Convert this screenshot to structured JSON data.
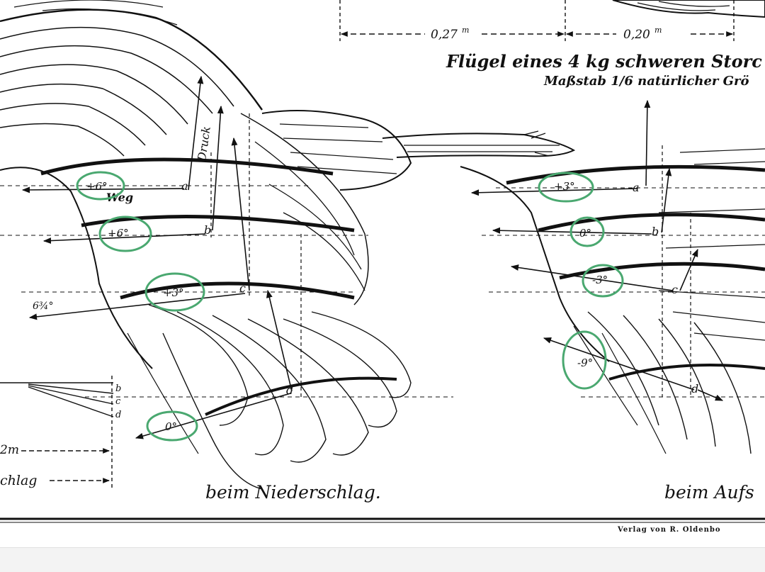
{
  "dimensions": {
    "left_label": "0,27",
    "left_sup": "m",
    "right_label": "0,20",
    "right_sup": "m"
  },
  "header": {
    "title": "Flügel eines 4 kg schweren Storc",
    "scale": "Maßstab 1/6 natürlicher Grö"
  },
  "left_wing": {
    "caption": "beim Niederschlag.",
    "druck_label": "Druck",
    "weg_label": "Weg",
    "side_angle": "6¾°",
    "angles": [
      "+6°",
      "+6°",
      "+3°",
      "0°"
    ],
    "points": [
      "a",
      "b",
      "c",
      "d"
    ],
    "scale_letters": [
      "b",
      "c",
      "d"
    ],
    "scale_label": "2m",
    "scale_word": "chlag"
  },
  "right_wing": {
    "caption": "beim Aufs",
    "angles": [
      "+3°",
      "0°",
      "-3°",
      "-9°"
    ],
    "points": [
      "a",
      "b",
      "c",
      "d"
    ]
  },
  "publisher": "Verlag von R. Oldenbo",
  "annotation_color": "#4aa870"
}
